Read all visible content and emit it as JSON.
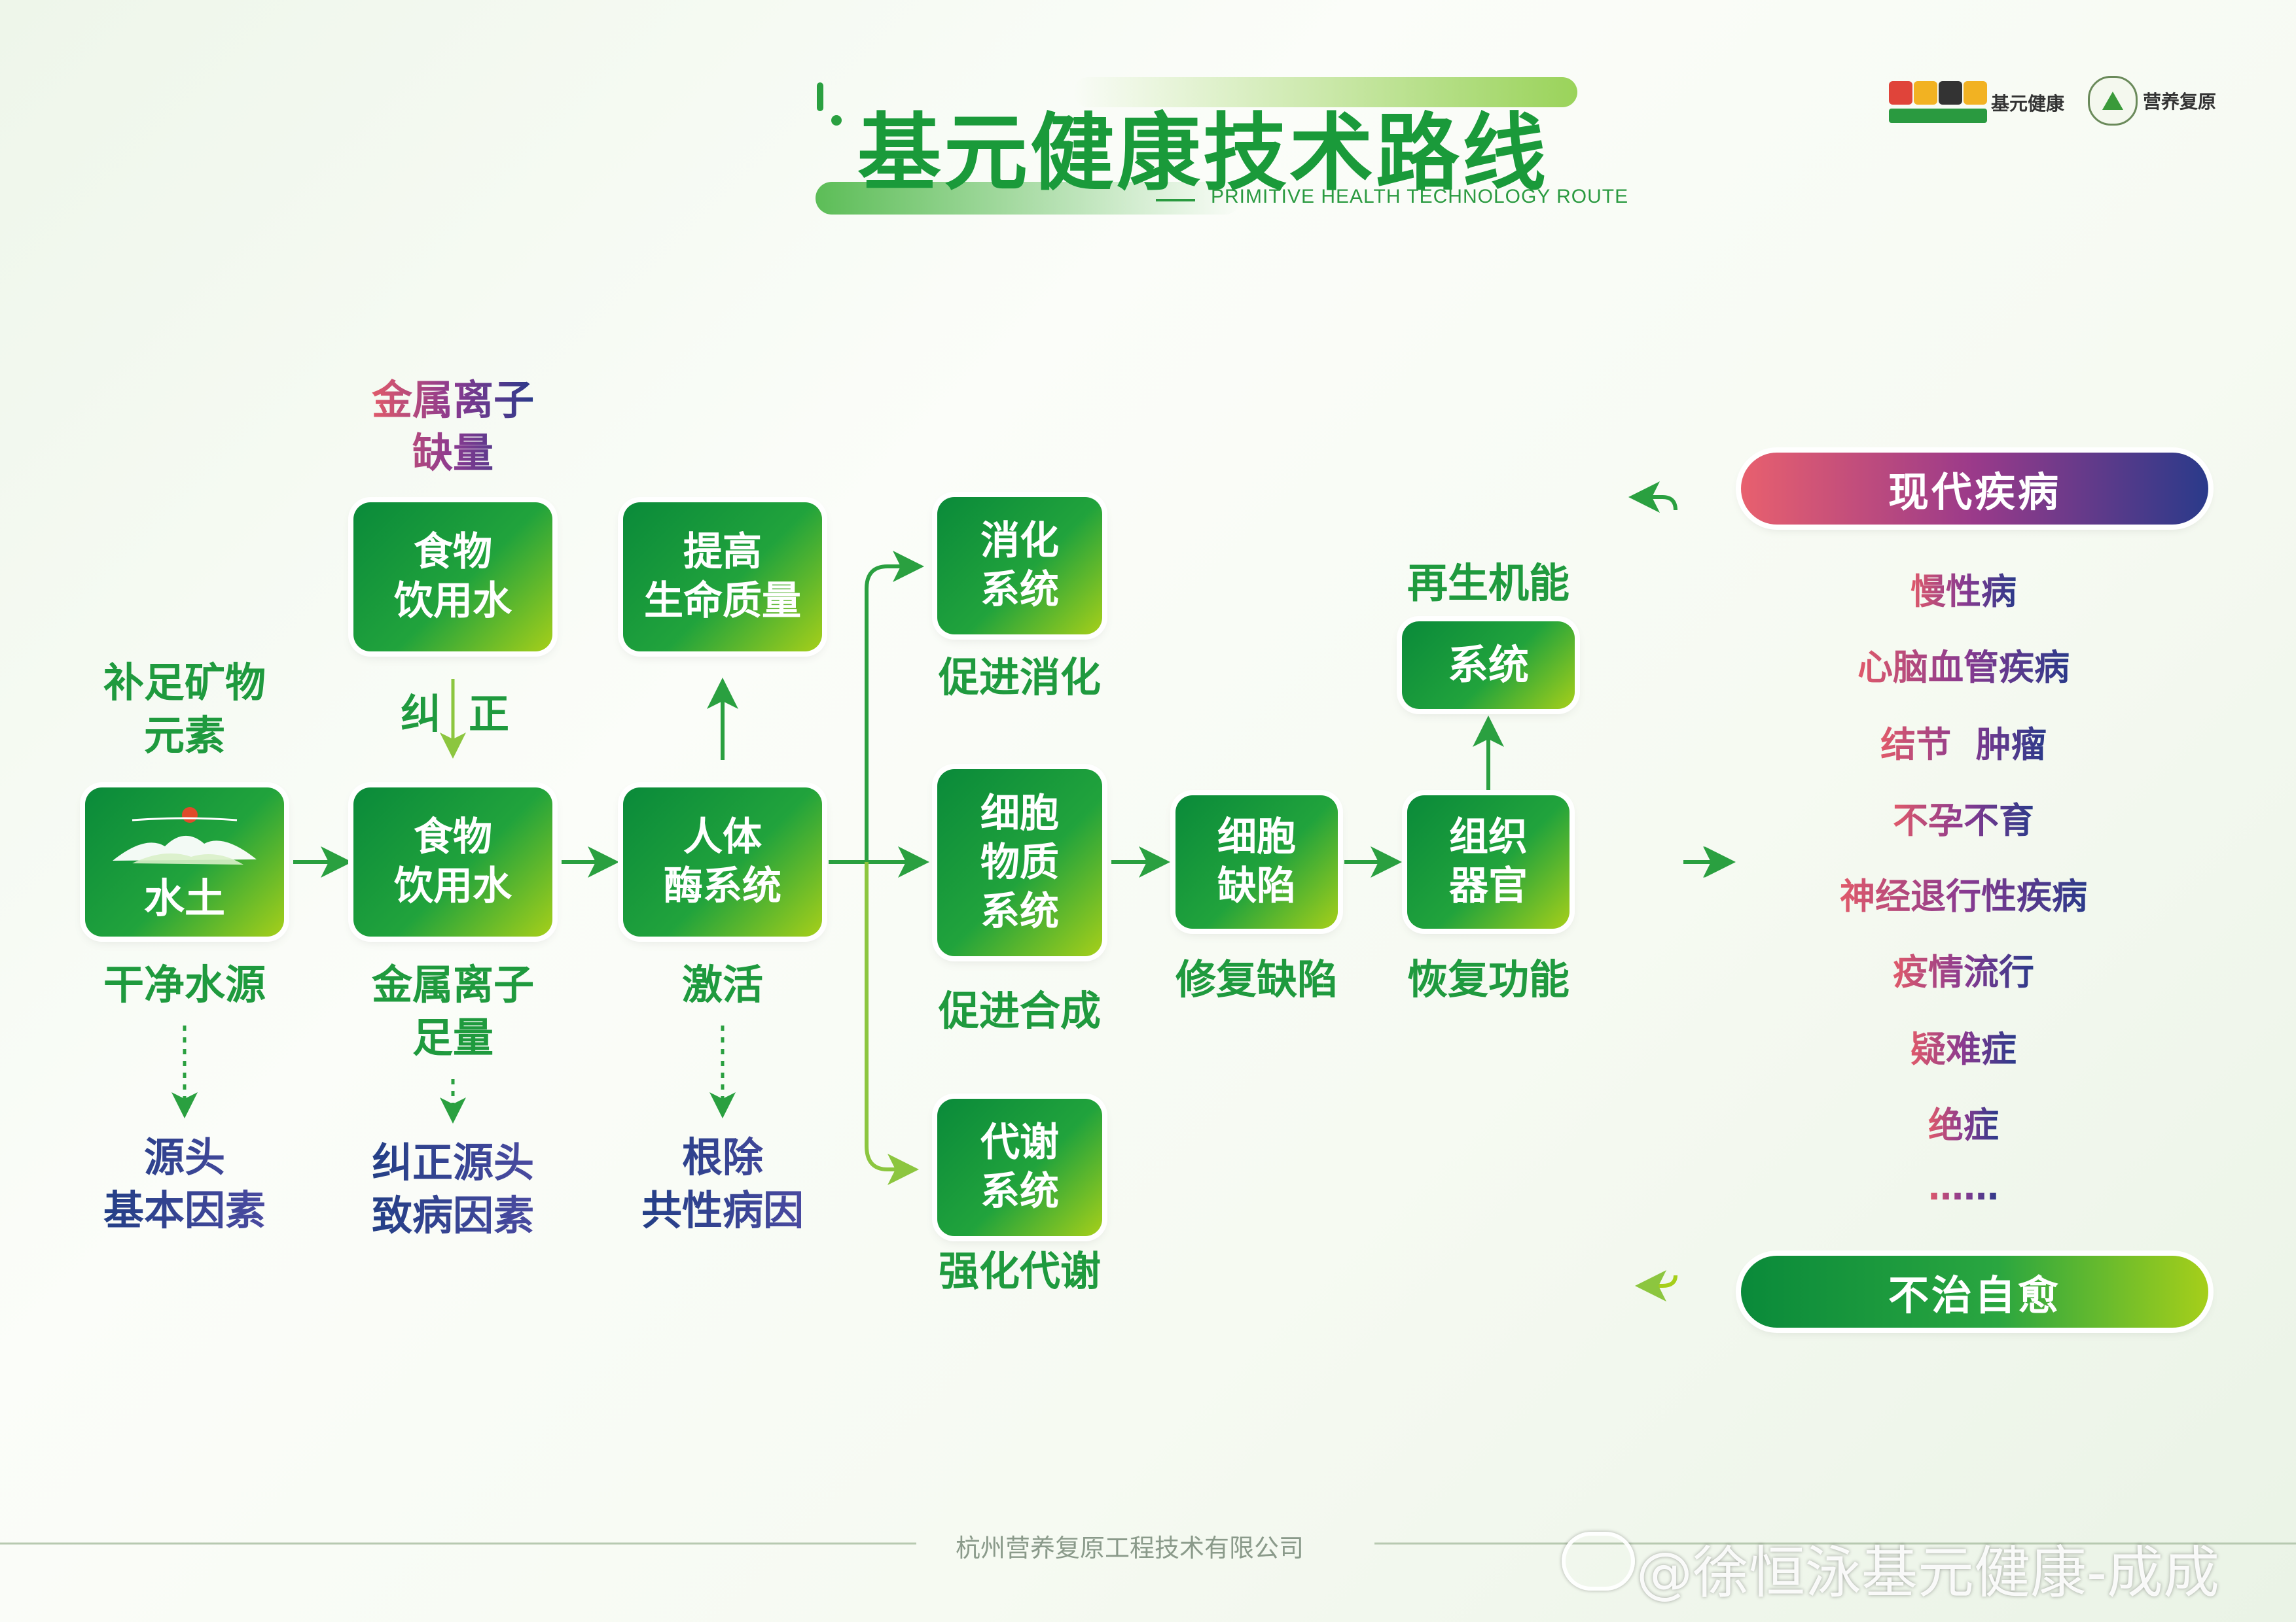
{
  "header": {
    "title": "基元健康技术路线",
    "subtitle": "PRIMITIVE HEALTH TECHNOLOGY ROUTE",
    "brand1": "基元健康",
    "brand2": "营养复原"
  },
  "col1": {
    "top_label": [
      "补足矿物",
      "元素"
    ],
    "box": "水土",
    "below_label": "干净水源",
    "bottom_label": [
      "源头",
      "基本因素"
    ]
  },
  "col2": {
    "top_label": [
      "金属离子",
      "缺量"
    ],
    "top_box": [
      "食物",
      "饮用水"
    ],
    "mid_label_left": "纠",
    "mid_label_right": "正",
    "box": [
      "食物",
      "饮用水"
    ],
    "below_label": [
      "金属离子",
      "足量"
    ],
    "bottom_label": [
      "纠正源头",
      "致病因素"
    ]
  },
  "col3": {
    "top_box": [
      "提高",
      "生命质量"
    ],
    "box": [
      "人体",
      "酶系统"
    ],
    "below_label": "激活",
    "bottom_label": [
      "根除",
      "共性病因"
    ]
  },
  "col4": {
    "box_top": [
      "消化",
      "系统"
    ],
    "label_top": "促进消化",
    "box_mid": [
      "细胞",
      "物质",
      "系统"
    ],
    "label_mid": "促进合成",
    "box_bot": [
      "代谢",
      "系统"
    ],
    "label_bot": "强化代谢"
  },
  "col5": {
    "box": [
      "细胞",
      "缺陷"
    ],
    "below_label": "修复缺陷"
  },
  "col6": {
    "top_label": "再生机能",
    "top_box": "系统",
    "box": [
      "组织",
      "器官"
    ],
    "below_label": "恢复功能"
  },
  "right": {
    "top_pill": "现代疾病",
    "diseases": [
      "慢性病",
      "心脑血管疾病",
      "结节  肿瘤",
      "不孕不育",
      "神经退行性疾病",
      "疫情流行",
      "疑难症",
      "绝症",
      "……"
    ],
    "bottom_pill": "不治自愈"
  },
  "footer": {
    "company": "杭州营养复原工程技术有限公司",
    "watermark": "@徐恒泳基元健康-成成"
  }
}
